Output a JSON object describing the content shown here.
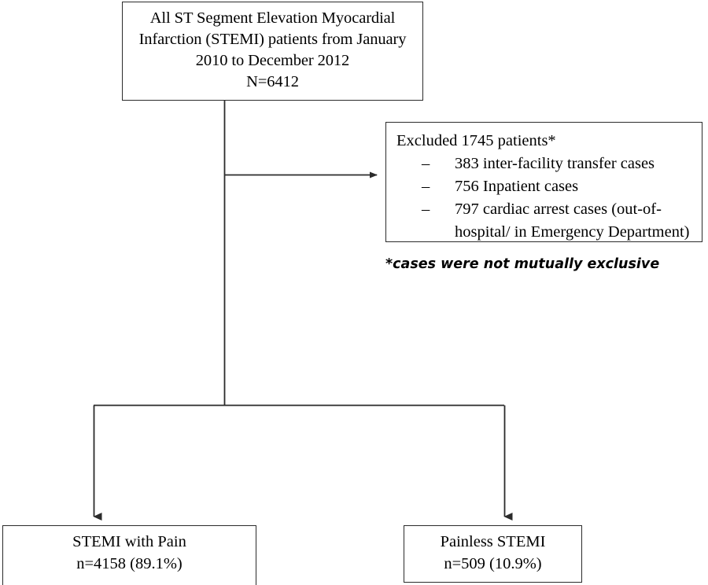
{
  "diagram": {
    "title": "STEMI patient selection flow diagram",
    "line_color": "#2b2b2b",
    "background": "#ffffff"
  },
  "cohort_box": {
    "lines": [
      "All ST Segment Elevation Myocardial",
      "Infarction (STEMI) patients from January",
      "2010 to December 2012",
      "N=6412"
    ]
  },
  "excluded_box": {
    "title": "Excluded 1745 patients*",
    "bullet_marker": "–",
    "items": [
      "383 inter-facility transfer cases",
      "756 Inpatient cases",
      "797 cardiac arrest cases (out-of-hospital/ in Emergency Department)"
    ]
  },
  "footnote": {
    "text": "*cases were not mutually exclusive"
  },
  "outcomes": [
    {
      "label": "STEMI with Pain",
      "count": "n=4158 (89.1%)"
    },
    {
      "label": "Painless STEMI",
      "count": "n=509 (10.9%)"
    }
  ],
  "chart_data": {
    "type": "diagram",
    "title": "STEMI patient selection flow diagram",
    "nodes": [
      {
        "id": "cohort",
        "text": "All ST Segment Elevation Myocardial Infarction (STEMI) patients from January 2010 to December 2012",
        "n": 6412
      },
      {
        "id": "excluded",
        "text": "Excluded 1745 patients*",
        "n": 1745,
        "breakdown": [
          {
            "label": "inter-facility transfer cases",
            "n": 383
          },
          {
            "label": "Inpatient cases",
            "n": 756
          },
          {
            "label": "cardiac arrest cases (out-of-hospital/ in Emergency Department)",
            "n": 797
          }
        ]
      },
      {
        "id": "with-pain",
        "text": "STEMI with Pain",
        "n": 4158,
        "percent": 89.1
      },
      {
        "id": "painless",
        "text": "Painless STEMI",
        "n": 509,
        "percent": 10.9
      }
    ],
    "edges": [
      {
        "from": "cohort",
        "to": "excluded"
      },
      {
        "from": "cohort",
        "to": "with-pain"
      },
      {
        "from": "cohort",
        "to": "painless"
      }
    ]
  }
}
